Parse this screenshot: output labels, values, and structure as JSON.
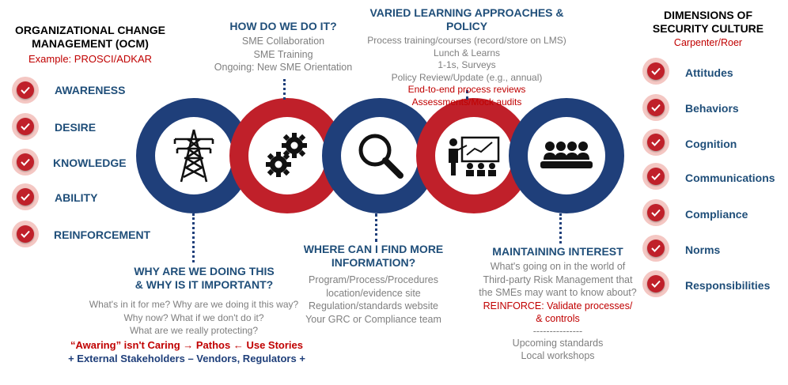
{
  "ocm": {
    "title_line1": "ORGANIZATIONAL CHANGE",
    "title_line2": "MANAGEMENT (OCM)",
    "example": "Example:  PROSCI/ADKAR",
    "items": [
      "AWARENESS",
      "DESIRE",
      "KNOWLEDGE",
      "ABILITY",
      "REINFORCEMENT"
    ]
  },
  "culture": {
    "title_line1": "DIMENSIONS OF",
    "title_line2": "SECURITY CULTURE",
    "subtitle": "Carpenter/Roer",
    "items": [
      "Attitudes",
      "Behaviors",
      "Cognition",
      "Communications",
      "Compliance",
      "Norms",
      "Responsibilities"
    ]
  },
  "how": {
    "title": "HOW DO WE DO IT?",
    "lines": [
      "SME Collaboration",
      "SME Training",
      "Ongoing: New SME Orientation"
    ]
  },
  "varied": {
    "title": "VARIED LEARNING APPROACHES & POLICY",
    "lines": [
      "Process training/courses (record/store on LMS)",
      "Lunch & Learns",
      "1-1s, Surveys",
      "Policy Review/Update (e.g., annual)"
    ],
    "red_lines": [
      "End-to-end process reviews",
      "Assessments/Mock audits"
    ]
  },
  "why": {
    "title_line1": "WHY ARE WE DOING THIS",
    "title_line2": "& WHY IS IT IMPORTANT?",
    "lines": [
      "What's in it for me?  Why are we doing it this way?",
      "Why now?  What if we don't do it?",
      "What are we really protecting?"
    ],
    "red_line": "“Awaring” isn't Caring →  Pathos ← Use Stories",
    "blue_line": "+ External Stakeholders – Vendors, Regulators +"
  },
  "where": {
    "title_line1": "WHERE CAN I FIND MORE",
    "title_line2": "INFORMATION?",
    "lines": [
      "Program/Process/Procedures",
      "location/evidence site",
      "Regulation/standards website",
      "Your GRC or Compliance team"
    ]
  },
  "maintain": {
    "title": "MAINTAINING INTEREST",
    "lines": [
      "What's going on in the world of",
      "Third-party Risk Management that",
      "the SMEs may want to know about?"
    ],
    "red_lines": [
      "REINFORCE: Validate processes/",
      "& controls"
    ],
    "separator": "---------------",
    "after_lines": [
      "Upcoming standards",
      "Local workshops"
    ]
  },
  "icons": [
    "power-tower-icon",
    "gears-icon",
    "magnifier-icon",
    "presentation-icon",
    "team-meeting-icon"
  ],
  "colors": {
    "navy": "#1f3f7a",
    "red": "#c0202a",
    "light_red": "#f4c7c3",
    "title_blue": "#1f4e79",
    "text_gray": "#7f7f7f"
  }
}
